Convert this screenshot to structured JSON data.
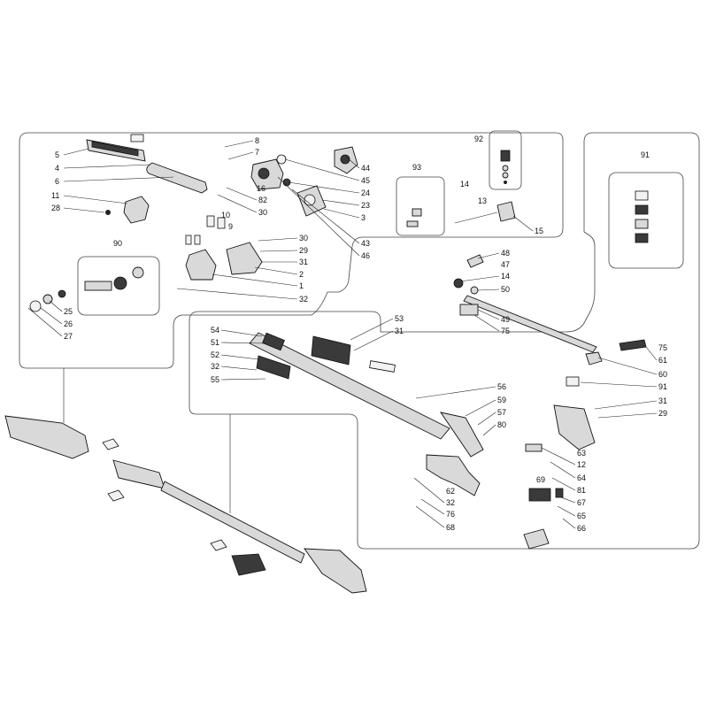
{
  "labels": {
    "p1": "1",
    "p2": "2",
    "p3": "3",
    "p4": "4",
    "p5": "5",
    "p6": "6",
    "p7": "7",
    "p8": "8",
    "p9": "9",
    "p10": "10",
    "p11": "11",
    "p12": "12",
    "p13": "13",
    "p14a": "14",
    "p14b": "14",
    "p15": "15",
    "p16": "16",
    "p23": "23",
    "p24": "24",
    "p25": "25",
    "p26": "26",
    "p27": "27",
    "p28": "28",
    "p29a": "29",
    "p29b": "29",
    "p30a": "30",
    "p30b": "30",
    "p31a": "31",
    "p31b": "31",
    "p31c": "31",
    "p32a": "32",
    "p32b": "32",
    "p32c": "32",
    "p43": "43",
    "p44": "44",
    "p45": "45",
    "p46": "46",
    "p47": "47",
    "p48": "48",
    "p49": "49",
    "p50": "50",
    "p51": "51",
    "p52": "52",
    "p53": "53",
    "p54": "54",
    "p55": "55",
    "p56": "56",
    "p57": "57",
    "p59": "59",
    "p60": "60",
    "p61": "61",
    "p62": "62",
    "p63": "63",
    "p64": "64",
    "p65": "65",
    "p66": "66",
    "p67": "67",
    "p68": "68",
    "p69": "69",
    "p75a": "75",
    "p75b": "75",
    "p76": "76",
    "p80": "80",
    "p81": "81",
    "p82": "82",
    "p90": "90",
    "p91a": "91",
    "p91b": "91",
    "p92": "92",
    "p93": "93"
  }
}
